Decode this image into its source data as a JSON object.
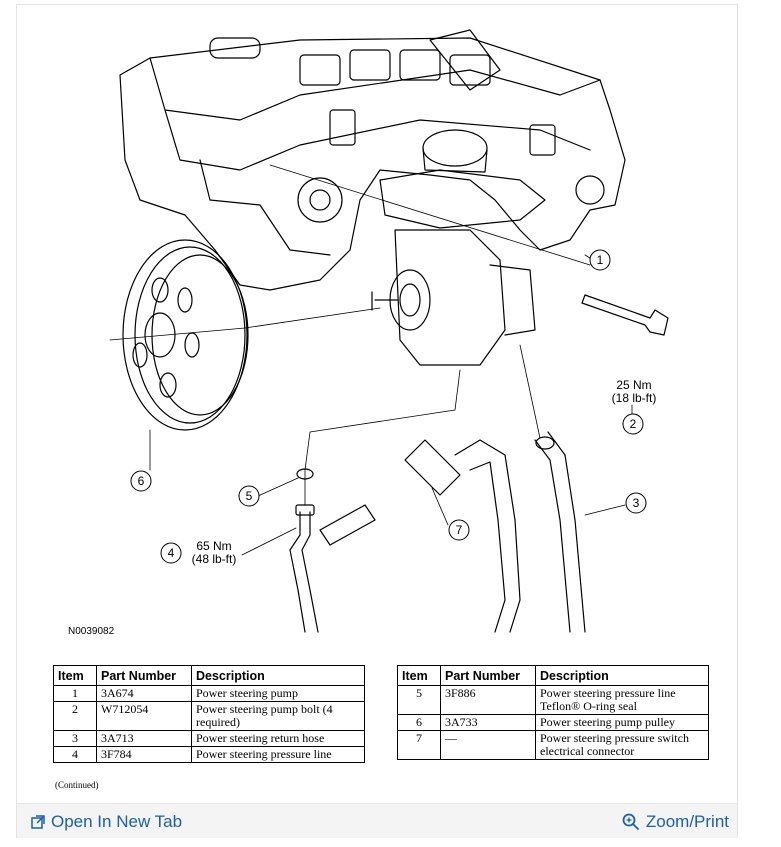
{
  "figure": {
    "id": "N0039082",
    "callouts": {
      "c1": "1",
      "c2": "2",
      "c3": "3",
      "c4": "4",
      "c5": "5",
      "c6": "6",
      "c7": "7"
    },
    "torque_bolt": {
      "nm": "25 Nm",
      "lbft": "(18 lb-ft)"
    },
    "torque_line": {
      "nm": "65 Nm",
      "lbft": "(48 lb-ft)"
    }
  },
  "table": {
    "headers": {
      "item": "Item",
      "part": "Part Number",
      "desc": "Description"
    },
    "left_rows": [
      {
        "item": "1",
        "part": "3A674",
        "desc": "Power steering pump"
      },
      {
        "item": "2",
        "part": "W712054",
        "desc": "Power steering pump bolt (4 required)"
      },
      {
        "item": "3",
        "part": "3A713",
        "desc": "Power steering return hose"
      },
      {
        "item": "4",
        "part": "3F784",
        "desc": "Power steering pressure line"
      }
    ],
    "right_rows": [
      {
        "item": "5",
        "part": "3F886",
        "desc": "Power steering pressure line Teflon® O-ring seal"
      },
      {
        "item": "6",
        "part": "3A733",
        "desc": "Power steering pump pulley"
      },
      {
        "item": "7",
        "part": "—",
        "desc": "Power steering pressure switch electrical connector"
      }
    ],
    "continued": "(Continued)"
  },
  "footer": {
    "open_tab": "Open In New Tab",
    "zoom_print": "Zoom/Print",
    "open_icon": "open-in-new-tab-icon",
    "zoom_icon": "magnifier-icon",
    "link_color": "#1a5fa8"
  }
}
